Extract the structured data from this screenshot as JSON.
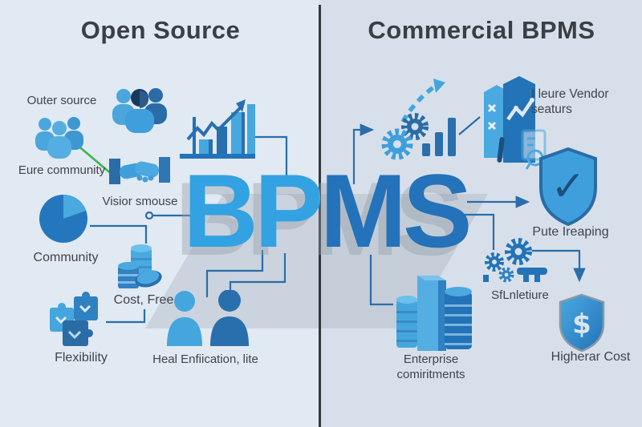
{
  "header": {
    "left_title": "Open Source",
    "right_title": "Commercial BPMS"
  },
  "center": {
    "acronym_bp": "BP",
    "acronym_ms": "MS"
  },
  "left_column": {
    "outer_source": "Outer source",
    "eure_community": "Eure community",
    "visior_smouse": "Visior smouse",
    "community": "Community",
    "cost_free": "Cost, Free",
    "flexibility": "Flexibility",
    "heal_enfiication": "Heal Enfiication, lite"
  },
  "right_column": {
    "vendor_line1": "I leure Vendor",
    "vendor_line2": "seaturs",
    "pute_ireaping": "Pute Ireaping",
    "sflnletiure": "SfLnletiure",
    "enterprise_line1": "Enterprise",
    "enterprise_line2": "comiritments",
    "higherar_cost": "Higherar Cost"
  },
  "glyphs": {
    "check": "✓",
    "dollar": "$"
  },
  "icons": {
    "people-group-small-icon": "css-shape people cluster",
    "people-group-large-icon": "css-shape people cluster",
    "handshake-icon": "css-shape handshake",
    "growth-chart-icon": "css-shape bar chart with rising arrow",
    "pie-chart-icon": "css-shape pie",
    "coins-icon": "css-shape coin stacks",
    "puzzle-icon": "css-shape puzzle pieces",
    "two-persons-icon": "css-shape two people",
    "gears-icon": "css-shape gears",
    "ascending-bars-icon": "css-shape bars",
    "vendor-document-icon": "css-shape documents with chart and badge",
    "shield-check-icon": "✓",
    "gears-key-icon": "css-shape gears with key",
    "dollar-shield-icon": "$",
    "database-icon": "css-shape server cylinders"
  },
  "colors": {
    "accent_light_blue": "#32a2e2",
    "accent_dark_blue": "#2472b9",
    "navy": "#1d4f7e",
    "green_connector": "#3bb54c",
    "background_left": "#e1e9f2",
    "background_right": "#d7e0ea",
    "divider": "#33373c",
    "label_text": "#3f444b"
  }
}
